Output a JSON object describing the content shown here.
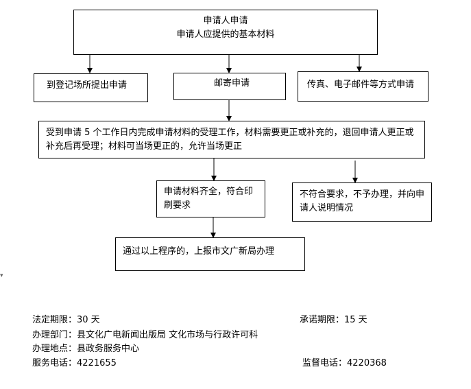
{
  "flow": {
    "top": {
      "line1": "申请人申请",
      "line2": "申请人应提供的基本材料"
    },
    "methods": [
      {
        "label": "到登记场所提出申请"
      },
      {
        "label": "邮寄申请"
      },
      {
        "label": "传真、电子邮件等方式申请"
      }
    ],
    "accept": {
      "text": "受到申请 5 个工作日内完成申请材料的受理工作，材料需要更正或补充的，退回申请人更正或补充后再受理；材料可当场更正的，允许当场更正"
    },
    "complete": {
      "text": "申请材料齐全，符合印刷要求"
    },
    "reject": {
      "text": "不符合要求，不予办理，并向申请人说明情况"
    },
    "report": {
      "text": "通过以上程序的，上报市文广新局办理"
    }
  },
  "footer": {
    "legal_period": "法定期限：30 天",
    "promised_period": "承诺期限：15 天",
    "department": "办理部门：县文化广电新闻出版局 文化市场与行政许可科",
    "location": "办理地点：县政务服务中心",
    "service_phone": "服务电话：4221655",
    "supervision_phone": "监督电话：4220368"
  },
  "colors": {
    "border": "#000000",
    "text": "#000000",
    "background": "#ffffff"
  }
}
